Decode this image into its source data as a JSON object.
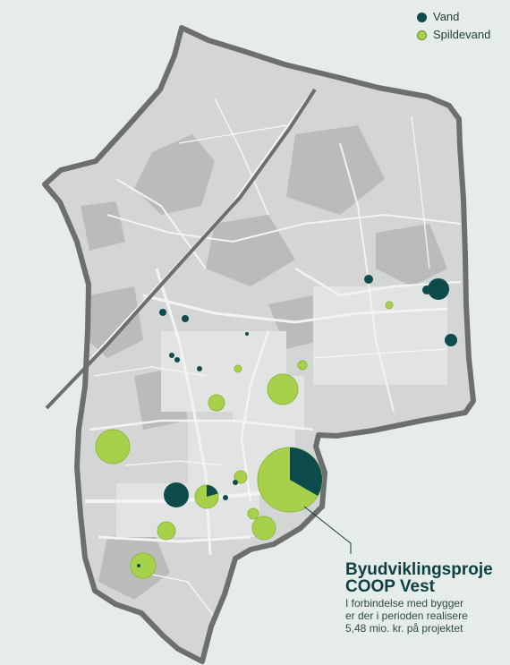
{
  "legend": {
    "items": [
      {
        "key": "vand",
        "label": "Vand",
        "color": "#0e4b4d"
      },
      {
        "key": "spildevand",
        "label": "Spildevand",
        "color": "#a7d14a"
      }
    ]
  },
  "callout": {
    "title_line1": "Byudviklingsproje",
    "title_line2": "COOP Vest",
    "body_line1": "I forbindelse med bygger",
    "body_line2": "er der i perioden realisere",
    "body_line3": "5,48 mio. kr. på projektet"
  },
  "colors": {
    "background": "#e6ece9",
    "region_fill": "#d3d6d4",
    "region_border": "#6c6f6e",
    "road": "#f2f3f2",
    "vand": "#0e4b4d",
    "spildevand": "#a7d14a",
    "callout_text": "#0e3f41"
  }
}
